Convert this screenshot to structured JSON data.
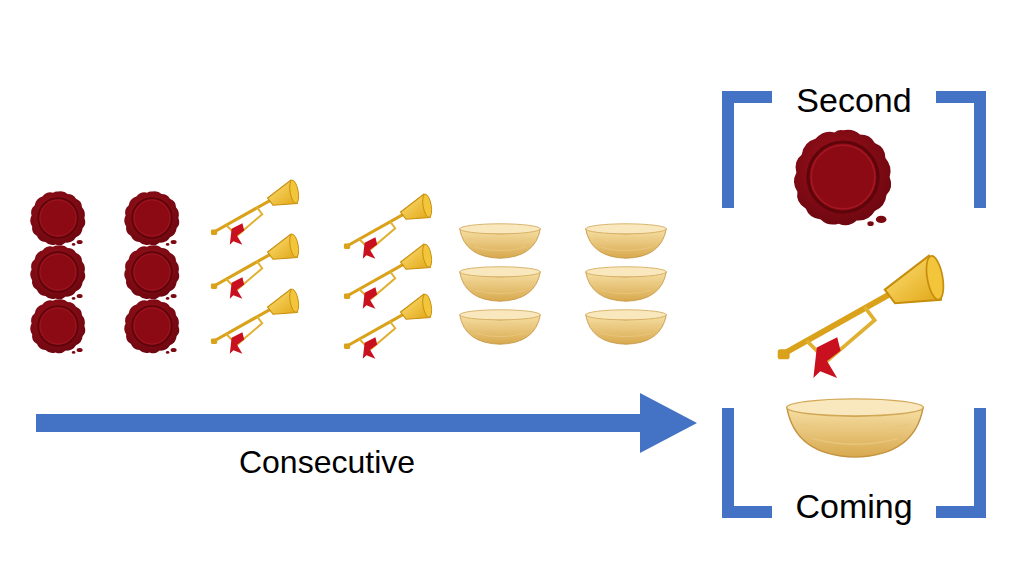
{
  "diagram": {
    "labels": [
      "Consecutive",
      "Second",
      "Coming"
    ]
  }
}
